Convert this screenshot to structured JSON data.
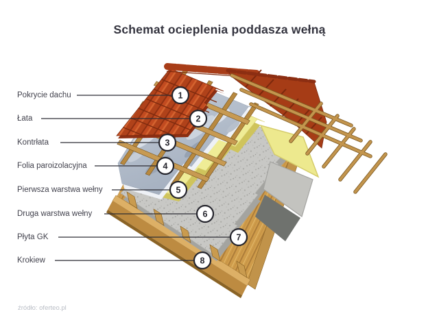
{
  "title": "Schemat ocieplenia poddasza wełną",
  "source_credit": "źródło: oferteo.pl",
  "layers": [
    {
      "number": "1",
      "label": "Pokrycie dachu"
    },
    {
      "number": "2",
      "label": "Łata"
    },
    {
      "number": "3",
      "label": "Kontrłata"
    },
    {
      "number": "4",
      "label": "Folia paroizolacyjna"
    },
    {
      "number": "5",
      "label": "Pierwsza warstwa wełny"
    },
    {
      "number": "6",
      "label": "Druga warstwa wełny"
    },
    {
      "number": "7",
      "label": "Płyta GK"
    },
    {
      "number": "8",
      "label": "Krokiew"
    }
  ],
  "colors": {
    "roof_tiles": "#bf4a1f",
    "roof_tiles_dark": "#7c2a0e",
    "battens_wood": "#c3954d",
    "vapor_foil": "#b4bfcc",
    "wool_first_layer": "#efec96",
    "wool_second_layer": "#c8c8c5",
    "board_wood": "#cf9c4b",
    "annotation_dark": "#24242c"
  }
}
